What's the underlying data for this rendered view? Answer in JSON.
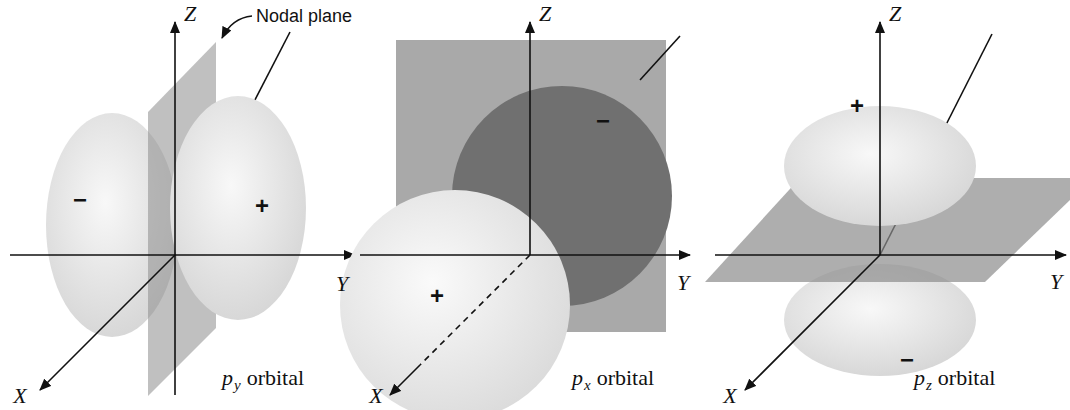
{
  "diagram": {
    "labels": [
      "Z",
      "Nodal plane",
      "−",
      "+",
      "Y",
      "X",
      "p",
      "y",
      "orbital",
      "Z",
      "−",
      "+",
      "Y",
      "X",
      "p",
      "x",
      "orbital",
      "Z",
      "+",
      "Y",
      "X",
      "−",
      "p",
      "z",
      "orbital"
    ]
  }
}
